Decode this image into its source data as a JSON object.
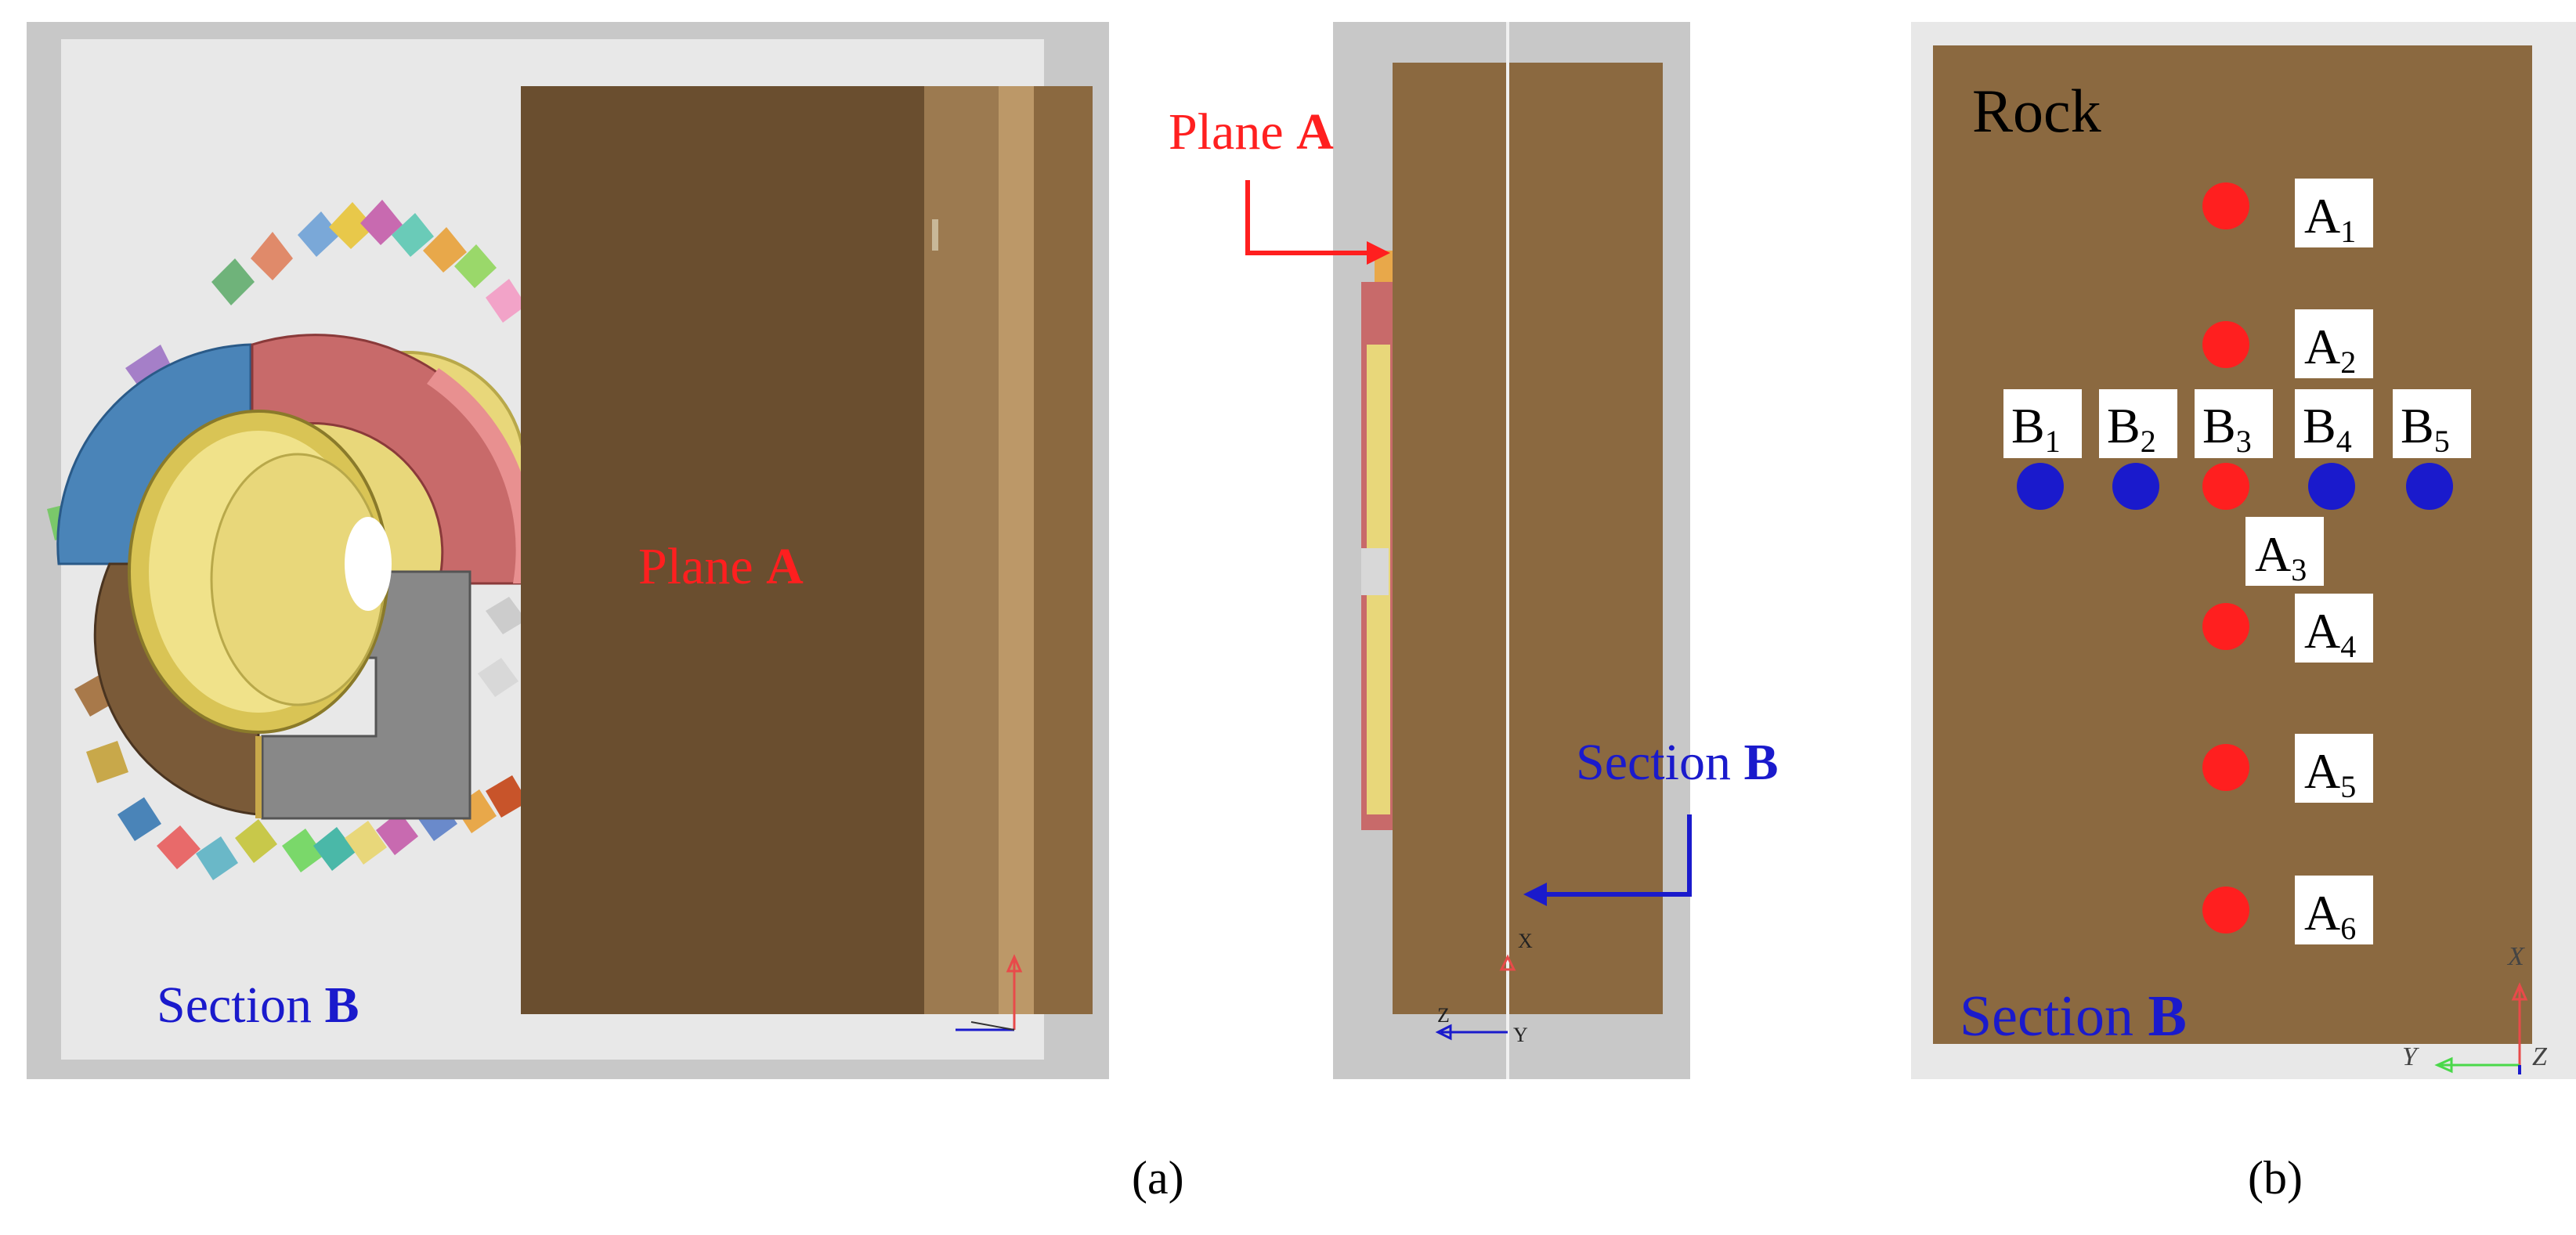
{
  "colors": {
    "rock": "#8B6940",
    "rock_dark": "#6A4E2F",
    "frame": "#C8C8C8",
    "bg_light": "#E8E8E8",
    "red": "#FF1F1F",
    "blue": "#1A1ACC",
    "cutter_yellow": "#E8D77A",
    "segment_blue": "#4A84B8",
    "segment_red": "#C86A6A",
    "segment_gray": "#888888",
    "segment_brown": "#7A5A38"
  },
  "panel_a_left": {
    "plane_label_word": "Plane",
    "plane_label_letter": "A",
    "section_label_word": "Section",
    "section_label_letter": "B"
  },
  "panel_a_mid": {
    "plane_label_word": "Plane",
    "plane_label_letter": "A",
    "section_label_word": "Section",
    "section_label_letter": "B",
    "axis_x": "X",
    "axis_y": "Y",
    "axis_z": "Z"
  },
  "panel_b": {
    "rock_label": "Rock",
    "section_label_word": "Section",
    "section_label_letter": "B",
    "axis_x": "X",
    "axis_y": "Y",
    "axis_z": "Z",
    "a_points": [
      {
        "letter": "A",
        "sub": "1"
      },
      {
        "letter": "A",
        "sub": "2"
      },
      {
        "letter": "A",
        "sub": "3"
      },
      {
        "letter": "A",
        "sub": "4"
      },
      {
        "letter": "A",
        "sub": "5"
      },
      {
        "letter": "A",
        "sub": "6"
      }
    ],
    "b_points": [
      {
        "letter": "B",
        "sub": "1"
      },
      {
        "letter": "B",
        "sub": "2"
      },
      {
        "letter": "B",
        "sub": "3"
      },
      {
        "letter": "B",
        "sub": "4"
      },
      {
        "letter": "B",
        "sub": "5"
      }
    ]
  },
  "captions": {
    "a": "(a)",
    "b": "(b)"
  }
}
